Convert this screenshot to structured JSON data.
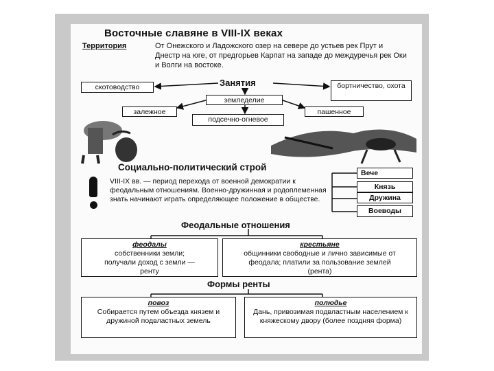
{
  "title": "Восточные славяне в VIII-IX веках",
  "territory": {
    "label": "Территория",
    "text": "От Онежского и Ладожского озер на севере до устьев рек Прут и Днестр на юге, от предгорьев Карпат на западе до междуречья рек Оки и Волги на востоке."
  },
  "occupations": {
    "heading": "Занятия",
    "left": "скотоводство",
    "right": "бортничество, охота",
    "center": "земледелие",
    "sub_left": "залежное",
    "sub_right": "пашенное",
    "sub_center": "подсечно-огневое"
  },
  "social": {
    "heading": "Социально-политический строй",
    "text": "VIII-IX вв. — период перехода от военной демократии к феодальным отношениям. Военно-дружинная и родоплеменная знать начинают играть определяющее положение в обществе.",
    "items": [
      "Вече",
      "Князь",
      "Дружина",
      "Воеводы"
    ]
  },
  "feudal": {
    "heading": "Феодальные отношения",
    "lords_title": "феодалы",
    "lords_text": "собственники земли; получали доход с земли — ренту",
    "peasants_title": "крестьяне",
    "peasants_text": "общинники свободные и лично зависимые от феодала; платили за пользование землей (рента)"
  },
  "rent": {
    "heading": "Формы ренты",
    "povoz_title": "повоз",
    "povoz_text": "Собирается путем объезда князем и дружиной подвластных земель",
    "polyudye_title": "полюдье",
    "polyudye_text": "Дань, привозимая подвластным населением к княжескому двору (более поздняя форма)"
  },
  "colors": {
    "frame": "#c9c9c9",
    "ink": "#111111",
    "paper": "#fbfbfb"
  }
}
